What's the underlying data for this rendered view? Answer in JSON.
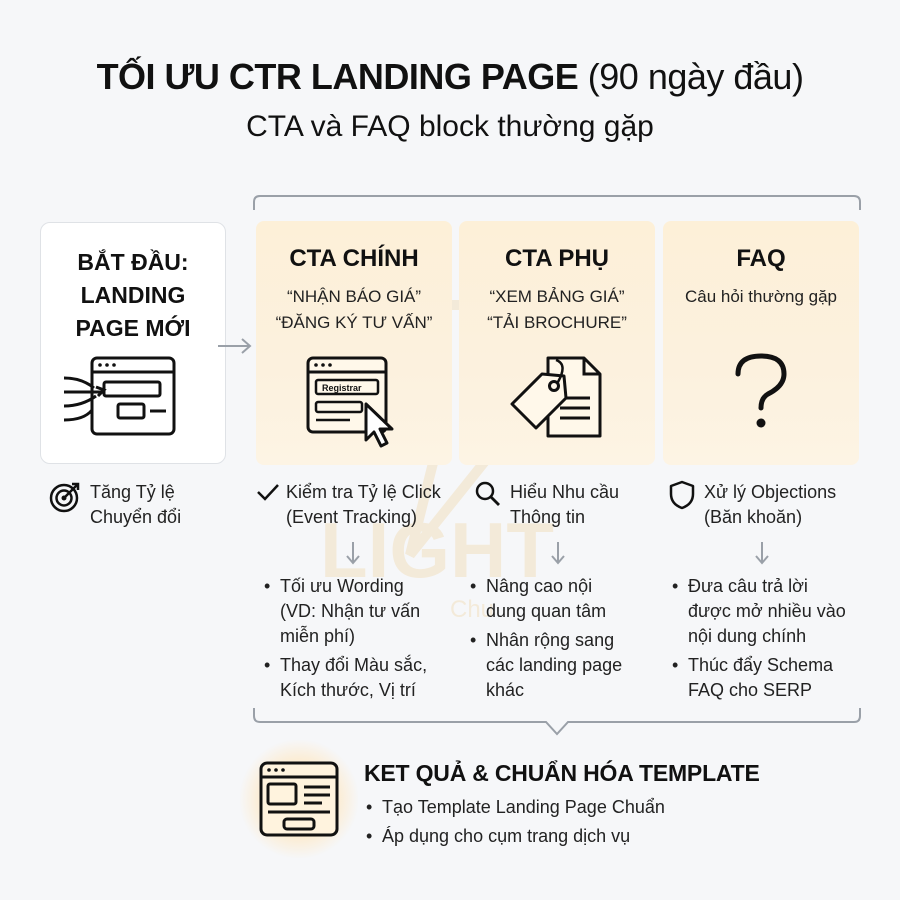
{
  "title": {
    "bold": "TỐI ƯU CTR LANDING PAGE",
    "light": "(90 ngày đầu)",
    "subtitle": "CTA và FAQ block thường gặp"
  },
  "start": {
    "title_lines": [
      "BẮT ĐẦU:",
      "LANDING",
      "PAGE MỚI"
    ],
    "metric_lines": [
      "Tăng Tỷ lệ",
      "Chuyển đổi"
    ],
    "metric_icon": "target-icon"
  },
  "panels": [
    {
      "title": "CTA CHÍNH",
      "lines": [
        "“NHẬN BÁO GIÁ”",
        "“ĐĂNG KÝ TƯ VẤN”"
      ],
      "icon": "browser-click-icon",
      "icon_button_text": "Registrar",
      "metric_icon": "check-icon",
      "metric_lines": [
        "Kiểm tra Tỷ lệ Click",
        "(Event Tracking)"
      ],
      "bullets": [
        [
          "Tối ưu Wording",
          "(VD: Nhận tư vấn",
          "miễn phí)"
        ],
        [
          "Thay đổi Màu sắc,",
          "Kích thước, Vị trí"
        ]
      ]
    },
    {
      "title": "CTA PHỤ",
      "lines": [
        "“XEM BẢNG GIÁ”",
        "“TẢI BROCHURE”"
      ],
      "icon": "price-tag-document-icon",
      "metric_icon": "search-icon",
      "metric_lines": [
        "Hiểu Nhu cầu",
        "Thông tin"
      ],
      "bullets": [
        [
          "Nâng cao nội",
          "dung quan tâm"
        ],
        [
          "Nhân rộng sang",
          "các landing page",
          "khác"
        ]
      ]
    },
    {
      "title": "FAQ",
      "lines": [
        "Câu hỏi thường gặp"
      ],
      "icon": "question-mark-icon",
      "metric_icon": "shield-icon",
      "metric_lines": [
        "Xử lý Objections",
        "(Băn khoăn)"
      ],
      "bullets": [
        [
          "Đưa câu trả lời",
          "được mở nhiều vào",
          "nội dung chính"
        ],
        [
          "Thúc đẩy Schema",
          "FAQ cho SERP"
        ]
      ]
    }
  ],
  "result": {
    "title": "KET QUẢ & CHUẨN HÓA TEMPLATE",
    "icon": "template-layout-icon",
    "bullets": [
      "Tạo Template Landing Page Chuẩn",
      "Áp dụng cho cụm trang dịch vụ"
    ]
  },
  "watermark": {
    "text": "LIGHT",
    "subtext": "Chu"
  },
  "colors": {
    "panel_bg": "#fcf1de",
    "watermark": "#e8a93a",
    "line": "#9aa0a8",
    "text": "#111111"
  }
}
